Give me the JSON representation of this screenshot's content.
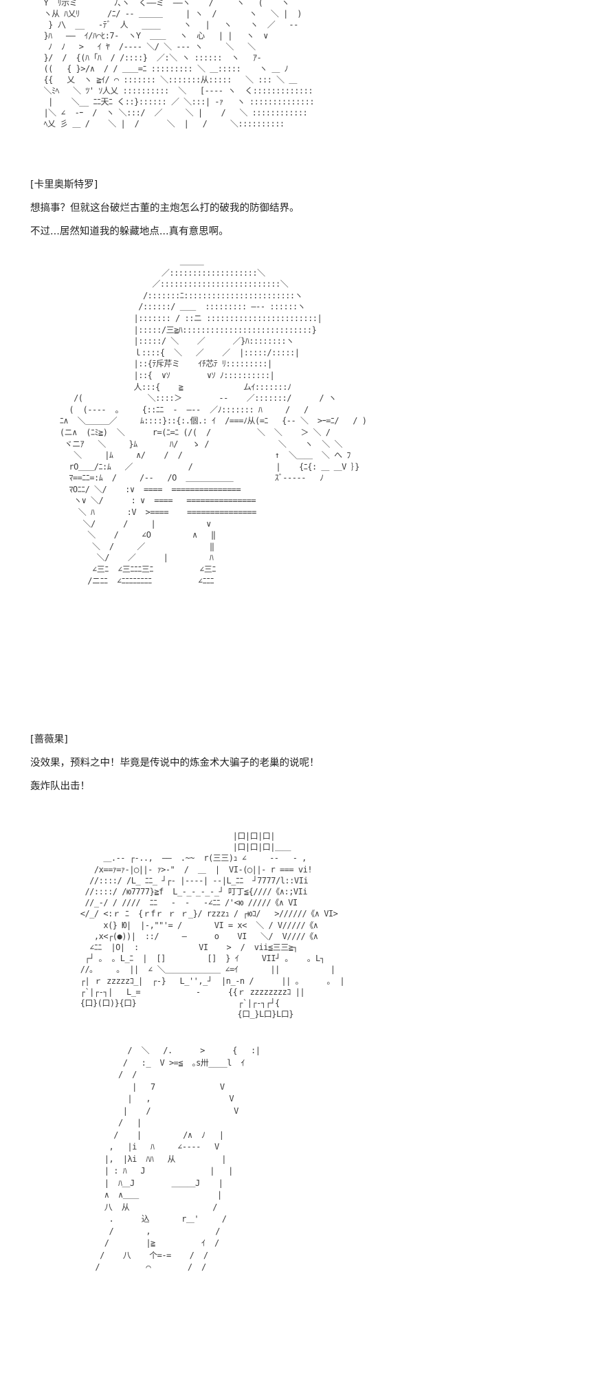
{
  "scene1": {
    "art": [
      "  Y  ﾘ示ミ        ﾉ､ヽ  く――ミ  ――ヽ    /     ヽ   (    ヽ   ",
      "  ヽ从 ﾊ乂ﾘ      /ﾆ/ ‐‐ ＿＿＿     | ヽ  /       ヽ   ＼ |  )  ",
      "   } ﾉ\\  __   ‐ﾃﾞ  人   ____     ヽ   |   ヽ    ヽ  ／   ‐‐  ",
      "  }ﾊ   ――  ｲ/ﾊ⌒ﾋ:7‐  ヽY  ＿＿   ヽ  心   | |   ヽ  ∨   ",
      "   ﾉ  ﾉ   >   ｲ ﾔ  /‐‐‐‐ ＼/ ＼ ‐‐‐ ヽ     ＼   ＼         ",
      "  }/  /  {(ﾊ ｢ﾊ  / /::::}  ／:＼ ヽ ::::::  ヽ   ｱ‐        ",
      "  ((   { }>/∧  / / ＿＿=ﾆ ::::::::: ＼ ＿:::::    ヽ ＿ ﾉ     ",
      "  {{   乂  ヽ ≧ｲ/ ⌒ ::::::: ＼:::::::从:::::   ＼ ::: ＼ ＿   ",
      "  ＼ﾐﾍ   ＼ ﾂ' ｿ人乂 ::::::::::  ＼   [‐‐‐‐ ヽ  く::::::::::::: ",
      "   |    ＼__ ﾆﾆ天ﾆ く::}:::::: ／ ＼:::| ‐ｧ   ヽ ::::::::::::::",
      "  |＼ ∠  ‐ｰ  /  ヽ ＼:::/  ／     ＼ |    /   ＼ ::::::::::::",
      "  ﾍ乂 彡 ＿ /    ＼ |  /      ＼  |   /     ＼::::::::::"
    ],
    "speaker": "[卡里奥斯特罗]",
    "lines": [
      "想搞事？但就这台破烂古董的主炮怎么打的破我的防御结界。",
      "不过...居然知道我的躲藏地点...真有意思啊。"
    ]
  },
  "scene2": {
    "art": [
      "                              ＿＿＿",
      "                          ／:::::::::::::::::::＼",
      "                        ／::::::::::::::::::::::::::＼",
      "                      /:::::::ﾆ::::::::::::::::::::::::ヽ",
      "                     /::::::/ ＿＿  ::::::::: ―‐‐ ::::::ヽ",
      "                    |::::::: / ::ニ ::::::::::::::::::::::::|",
      "                    |:::::/三≧ﾊ::::::::::::::::::::::::::::}",
      "                    |:::::/ ＼    ／      ／}ﾊ::::::::ヽ",
      "                    ｌ::::{  ＼   ／    ／  |:::::/:::::|",
      "                    |::{ﾃ斥芹ミ    ｲﾁ芯ﾃ ﾘ:::::::::|",
      "                    |::{  ∨ｿ        ∨ｿ ﾉ::::::::::|",
      "                    人:::{    ≧             ムｲ:::::::ﾉ",
      "       /(              ＼::::＞        ‐‐    ／:::::::/      / ヽ",
      "      (  (‐‐‐‐  ｡     {::ﾆﾆ  ‐  ―‐‐  ／ﾉ::::::: ﾊ     /   /",
      "    ﾆ∧  ＼＿＿＿／     ﾑ::::}::{:.個.: ｲ  /===ﾉ从(=ﾆ   {‐‐ ＼  >ｰ=ﾆ/   / )",
      "    (ニ∧  (ﾆﾐ≧)  ＼      r=(ﾆ=ﾆ (/(  /          ＼  ＼    ＞ ＼ /",
      "     ヾニｱ   ＼     }ﾑ       ﾊ/   ゝ /               ＼    ヽ  ＼ ＼",
      "       ＼     |ﾑ     ∧/    /  /                    ↑  ＼＿＿  ＼ へ ﾌ",
      "      rO＿＿/ﾆ:ﾑ   ／            /                  |    {ﾆ{: ＿ ＿V ｝}",
      "      ﾏ==ﾆﾆ=:ﾑ  /     /‐‐   /O  ＿＿＿＿＿＿         ｽﾞ‐‐‐‐‐   ﾉ",
      "      ﾏOﾆﾆ/ ＼/    :∨  ====  ===============  ",
      "       ヽ∨ ＼/      : ∨  ====   ===============  ",
      "        ＼ ﾊ       :V  >====    ===============",
      "         ＼/      /     |           ∨",
      "          ＼    /     ∠O         ∧   ‖",
      "           ＼  /     ／              ‖",
      "            ＼/    ／      |         ﾊ",
      "           ∠三ﾆ  ∠三ﾆﾆﾆ三ﾆ          ∠三ﾆ",
      "          /ニﾆﾆ  ∠ﾆﾆﾆﾆﾆﾆﾆﾆ          ∠ﾆﾆﾆ"
    ],
    "speaker": "[蔷薇果]",
    "lines": [
      "没效果，预料之中！毕竟是传说中的炼金术大骗子的老巢的说呢！",
      "轰炸队出击！"
    ]
  },
  "scene3": {
    "art": [
      "                                  |口|口|口|",
      "                                  |口|口|口|＿＿",
      "      ＿.-‐ ┌‐..,  ――  .~~  r(三三)ｭ ∠     ‐‐   ‐ ,",
      "    /x==ｧ=ｧ‐|◯||‐ ｧ>‐\"  /  ＿  |  VI‐(◯||‐ r === vi!",
      "   //::::/ /L_ ﾆﾆ_ ┘┌‐ |‐‐‐‐| ‐‐|L_ﾆﾆ  ┘7777/l::VIi",
      "  //::::/ /ю7777}≧f  L_‐_‐_‐_‐_┘ 叮丁≦{////《∧:;VIi",
      "  //_-/ / ////  ﾆﾆ   ‐  ‐   ‐∠ﾆﾆ /'<ю /////《∧ VI",
      " </_/ <:ｒ ﾆ  {ｒfｒ ｒ ｒ_}/ rzzzｭ / ┌юｺ/   >//////《∧ VI>",
      "      x(} Ю|  |‐,\"\"'= /       VI = x<  ＼ / V/////《∧",
      "    ,x<┌(●))|  ::/     ―      o    VI   ＼/  V////《∧",
      "   ∠ﾆﾆ  |O|  :             VI    >  /  vii≦三三≧┐",
      "  ┌┘ ｡  ｡ L_ﾆ  |  []         []  } ｲ     VII┘ ｡    ｡ L┐",
      " //｡     ｡  ||  ∠ ＼＿＿＿＿＿＿＿ ∠=ｲ       ||           |",
      " ┌| ｒ zzzzzｺ_|  ┌-}   L_'',_┘  |n_‐n /      || ｡      ｡  |",
      " ┌`|┌‐┐|   L_=            ‐      {{ｒ zzzzzzzzｺ ||",
      " {口}(口)}{口}                      ┌`|┌‐┐┌┘{",
      "                                   {口_}L口}L口}"
    ]
  },
  "scene4": {
    "art": [
      "             /  ＼   /.      >      {   :|",
      "            /   :_  V >=≦  ｡s卅____l  ｲ",
      "           /  /",
      "              |   7              V",
      "             |   ,                 V",
      "            |    /                  V",
      "           /   |",
      "          /    |         /∧  ﾉ   |",
      "         ,   |i   ﾊ     ∠‐‐‐‐   V",
      "        |,  |λi  ﾊﾊ   从          |",
      "        | : ﾊ   J              |   |",
      "        |  ﾊ＿J        ＿＿＿J    |",
      "        ∧  ∧＿＿                 |",
      "        八  从                  /",
      "         .      込       r＿'     /",
      "         /       ,              / ",
      "        /        |≧          ｲ  /",
      "       /    八    个=‐=    /  /",
      "      /          ⌒        /  /"
    ]
  }
}
